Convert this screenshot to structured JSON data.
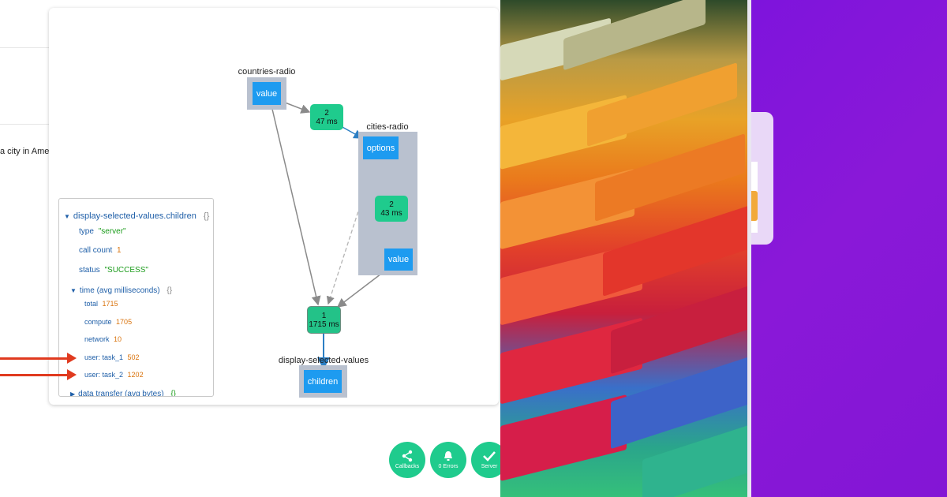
{
  "background": {
    "partial_text": "a city in Amer"
  },
  "graph": {
    "groups": {
      "countries": {
        "label": "countries-radio",
        "props": [
          "value"
        ]
      },
      "cities": {
        "label": "cities-radio",
        "props": [
          "options",
          "value"
        ]
      },
      "display": {
        "label": "display-selected-values",
        "props": [
          "children"
        ]
      }
    },
    "callbacks": [
      {
        "count": "2",
        "time": "47 ms"
      },
      {
        "count": "2",
        "time": "43 ms"
      },
      {
        "count": "1",
        "time": "1715 ms"
      }
    ]
  },
  "info_panel": {
    "title": "display-selected-values.children",
    "title_brace": "{}",
    "type_key": "type",
    "type_value": "\"server\"",
    "call_count_key": "call count",
    "call_count_value": "1",
    "status_key": "status",
    "status_value": "\"SUCCESS\"",
    "time_key": "time (avg milliseconds)",
    "time_brace": "{}",
    "total_key": "total",
    "total_value": "1715",
    "compute_key": "compute",
    "compute_value": "1705",
    "network_key": "network",
    "network_value": "10",
    "task1_key": "user: task_1",
    "task1_value": "502",
    "task2_key": "user: task_2",
    "task2_value": "1202",
    "transfer_key": "data transfer (avg bytes)",
    "transfer_brace": "{}"
  },
  "buttons": {
    "callbacks_label": "Callbacks",
    "errors_label": "0 Errors",
    "server_label": "Server"
  },
  "colors": {
    "prop_node": "#1d9bf0",
    "callback_node": "#1fcb8d",
    "group_box": "#b9c1cf",
    "annotation_arrow": "#e03a1f",
    "purple_panel": "#8316d5"
  },
  "icons": {
    "callbacks": "share-icon",
    "errors": "bell-icon",
    "server": "check-icon"
  }
}
